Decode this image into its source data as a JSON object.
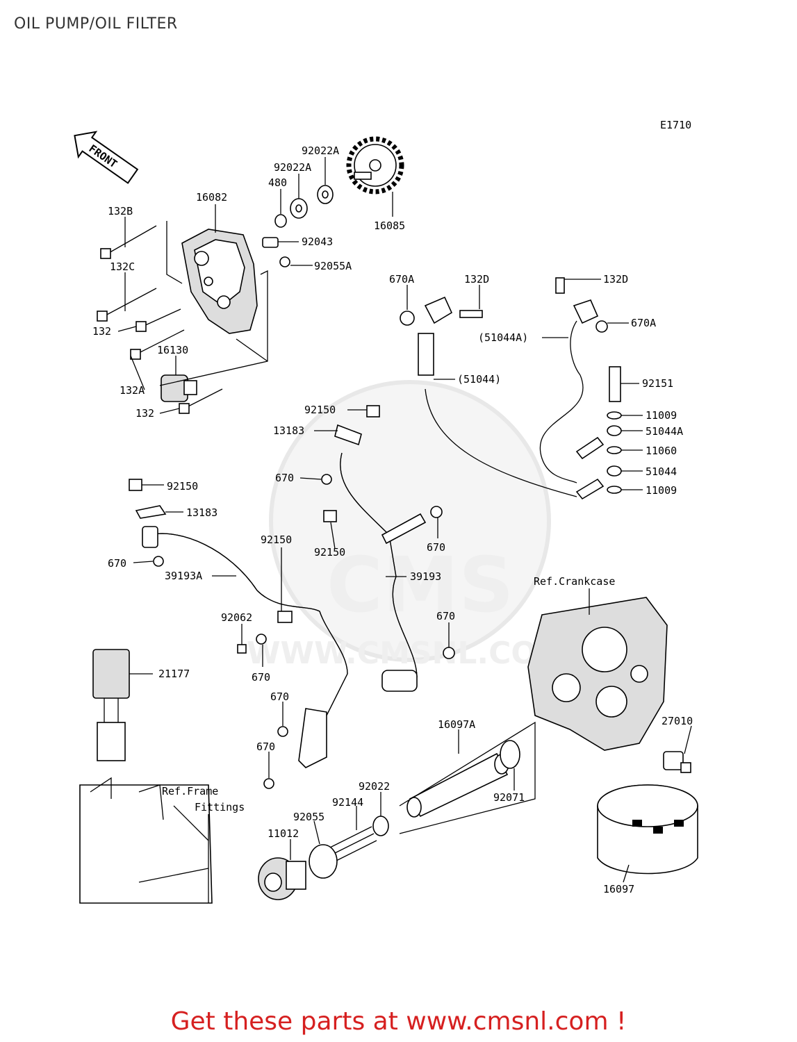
{
  "page": {
    "title": "OIL PUMP/OIL FILTER",
    "diagram_code": "E1710",
    "front_label": "FRONT",
    "watermark_brand": "CMS",
    "watermark_url": "WWW.CMSNL.COM",
    "cta": "Get these parts at www.cmsnl.com !"
  },
  "callouts": {
    "c92022A_top": "92022A",
    "c92022A": "92022A",
    "c480": "480",
    "c16082": "16082",
    "c16085": "16085",
    "c132B": "132B",
    "c92043": "92043",
    "c92055A": "92055A",
    "c132C": "132C",
    "c132_a": "132",
    "c16130": "16130",
    "c132A": "132A",
    "c132_b": "132",
    "c670A_left": "670A",
    "c132D_mid": "132D",
    "c132D_right": "132D",
    "c670A_right": "670A",
    "c51044A_paren": "(51044A)",
    "c51044_paren": "(51044)",
    "c92151": "92151",
    "c11009_top": "11009",
    "c51044A": "51044A",
    "c11060": "11060",
    "c51044": "51044",
    "c11009_bot": "11009",
    "c92150_mid": "92150",
    "c13183_mid": "13183",
    "c670_mid": "670",
    "c92150_left": "92150",
    "c13183_left": "13183",
    "c670_left": "670",
    "c39193A": "39193A",
    "c92150_b": "92150",
    "c92150_c": "92150",
    "c670_c": "670",
    "c39193": "39193",
    "c670_d": "670",
    "c92062": "92062",
    "c670_e": "670",
    "c21177": "21177",
    "c670_f": "670",
    "c670_g": "670",
    "ref_crankcase": "Ref.Crankcase",
    "c27010": "27010",
    "c16097A": "16097A",
    "c92022": "92022",
    "c92071": "92071",
    "c92144": "92144",
    "c92055": "92055",
    "c11012": "11012",
    "ref_frame": "Ref.Frame",
    "fittings": "Fittings",
    "c16097": "16097"
  }
}
